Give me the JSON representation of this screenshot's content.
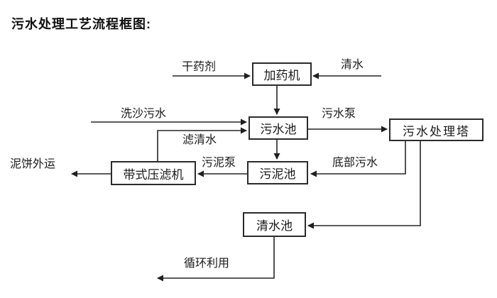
{
  "title": "污水处理工艺流程框图:",
  "diagram": {
    "nodes": [
      {
        "id": "dosing-machine",
        "label": "加药机"
      },
      {
        "id": "sewage-pool",
        "label": "污水池"
      },
      {
        "id": "sewage-treatment-tower",
        "label": "污水处理塔"
      },
      {
        "id": "sludge-pool",
        "label": "污泥池"
      },
      {
        "id": "belt-filter-press",
        "label": "带式压滤机"
      },
      {
        "id": "clean-water-pool",
        "label": "清水池"
      }
    ],
    "edges": [
      {
        "label": "干药剂",
        "from": "external",
        "to": "dosing-machine"
      },
      {
        "label": "清水",
        "from": "external",
        "to": "dosing-machine"
      },
      {
        "label": "",
        "from": "dosing-machine",
        "to": "sewage-pool"
      },
      {
        "label": "洗沙污水",
        "from": "external",
        "to": "sewage-pool"
      },
      {
        "label": "滤清水",
        "from": "belt-filter-press",
        "to": "sewage-pool"
      },
      {
        "label": "污水泵",
        "from": "sewage-pool",
        "to": "sewage-treatment-tower"
      },
      {
        "label": "",
        "from": "sewage-pool",
        "to": "sludge-pool"
      },
      {
        "label": "底部污水",
        "from": "sewage-treatment-tower",
        "to": "sludge-pool"
      },
      {
        "label": "污泥泵",
        "from": "sludge-pool",
        "to": "belt-filter-press"
      },
      {
        "label": "泥饼外运",
        "from": "belt-filter-press",
        "to": "external"
      },
      {
        "label": "",
        "from": "sewage-treatment-tower",
        "to": "clean-water-pool"
      },
      {
        "label": "循环利用",
        "from": "clean-water-pool",
        "to": "external"
      }
    ]
  }
}
